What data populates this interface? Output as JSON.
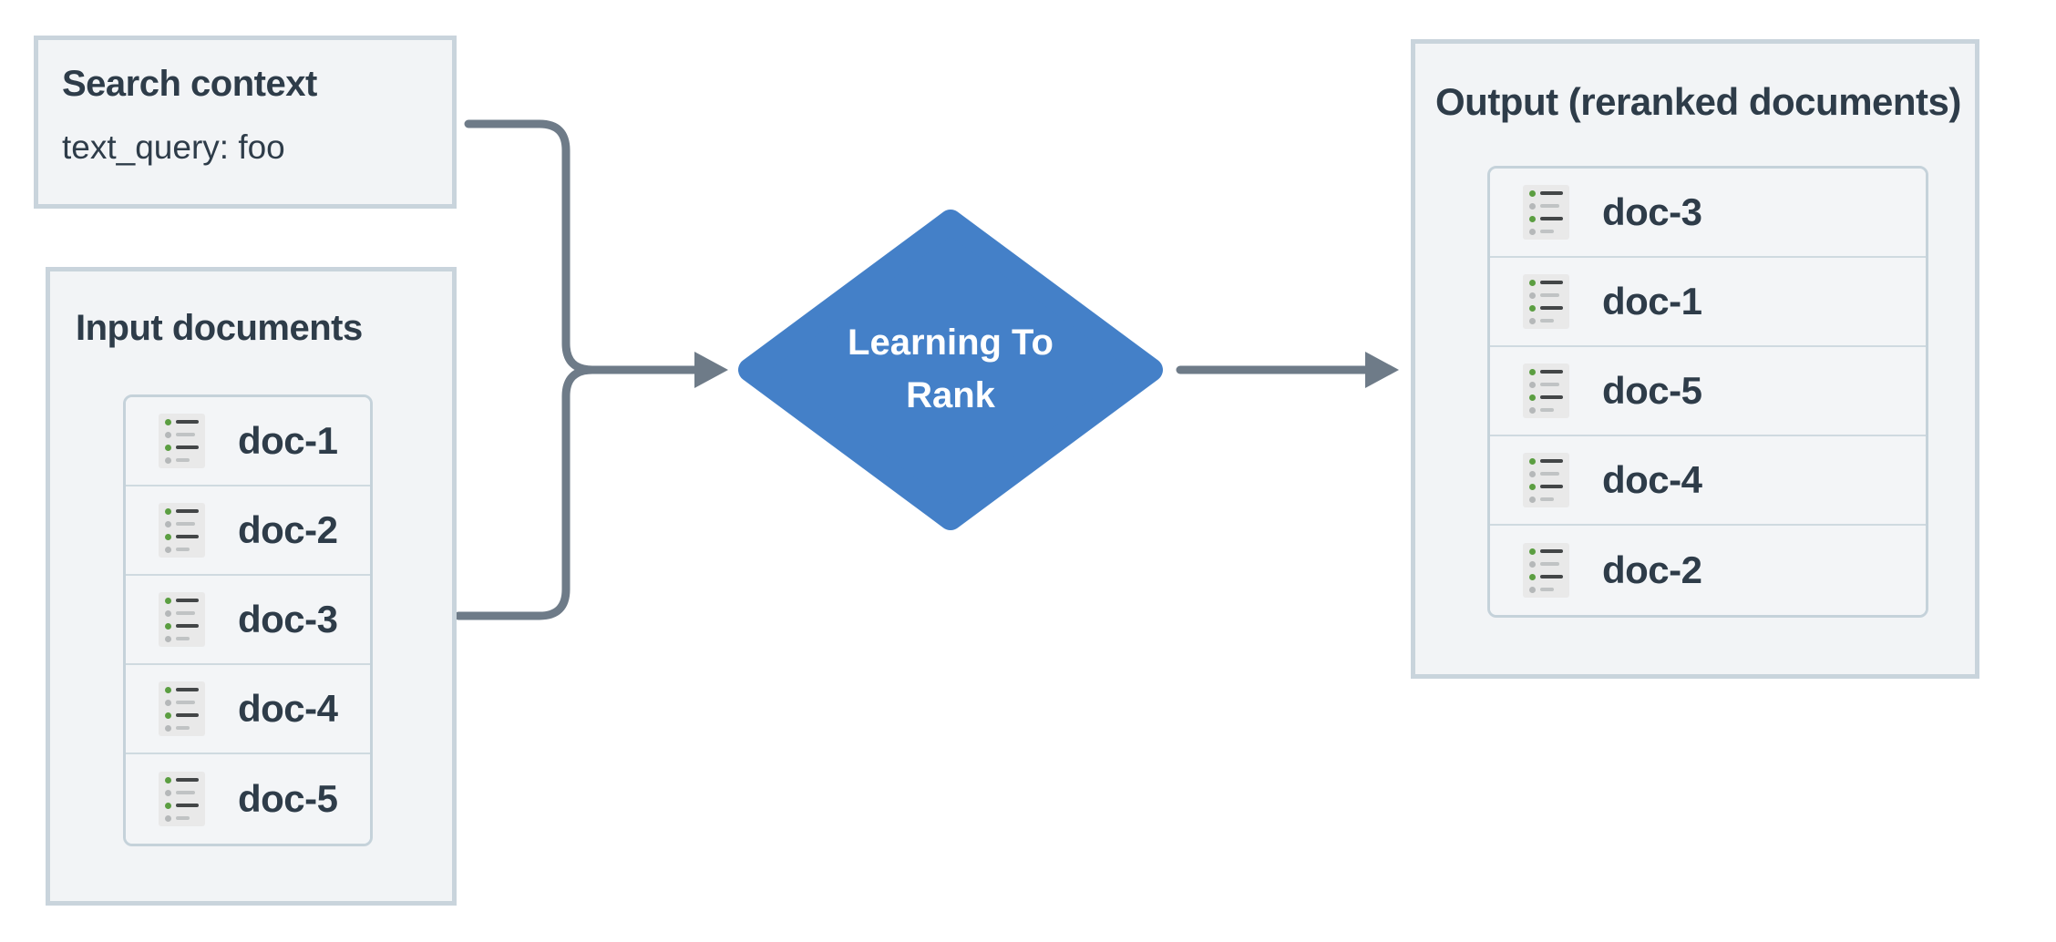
{
  "search_context": {
    "title": "Search context",
    "query": "text_query: foo"
  },
  "input_documents": {
    "title": "Input documents",
    "docs": [
      "doc-1",
      "doc-2",
      "doc-3",
      "doc-4",
      "doc-5"
    ]
  },
  "ltr_node": {
    "line1": "Learning To",
    "line2": "Rank"
  },
  "output": {
    "title": "Output (reranked documents)",
    "docs": [
      "doc-3",
      "doc-1",
      "doc-5",
      "doc-4",
      "doc-2"
    ]
  },
  "colors": {
    "diamond_blue": "#4480C8",
    "connector_gray": "#6E7B88",
    "box_fill": "#F2F4F6",
    "box_border": "#C9D4DC",
    "text_dark": "#2E3C49",
    "icon_green": "#5B9E41"
  }
}
